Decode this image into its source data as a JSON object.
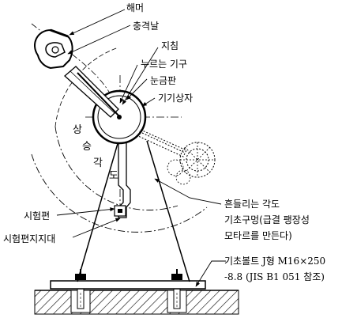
{
  "labels": {
    "hammer": "해머",
    "impact_blade": "충격날",
    "pointer": "지침",
    "pressing_tool": "누르는 기구",
    "scale_plate": "눈금판",
    "instrument_box": "기기상자",
    "rise_1": "상",
    "rise_2": "승",
    "rise_3": "각",
    "rise_4": "도",
    "swing_angle": "흔들리는 각도",
    "foundation_1": "기초구멍(급결 팽장성",
    "foundation_2": "모타르를 만든다)",
    "specimen": "시험편",
    "specimen_support": "시험편지지대",
    "bolt_1": "기초볼트 J형 M16×250",
    "bolt_2": "-8.8 (JIS B1 051 참조)"
  }
}
